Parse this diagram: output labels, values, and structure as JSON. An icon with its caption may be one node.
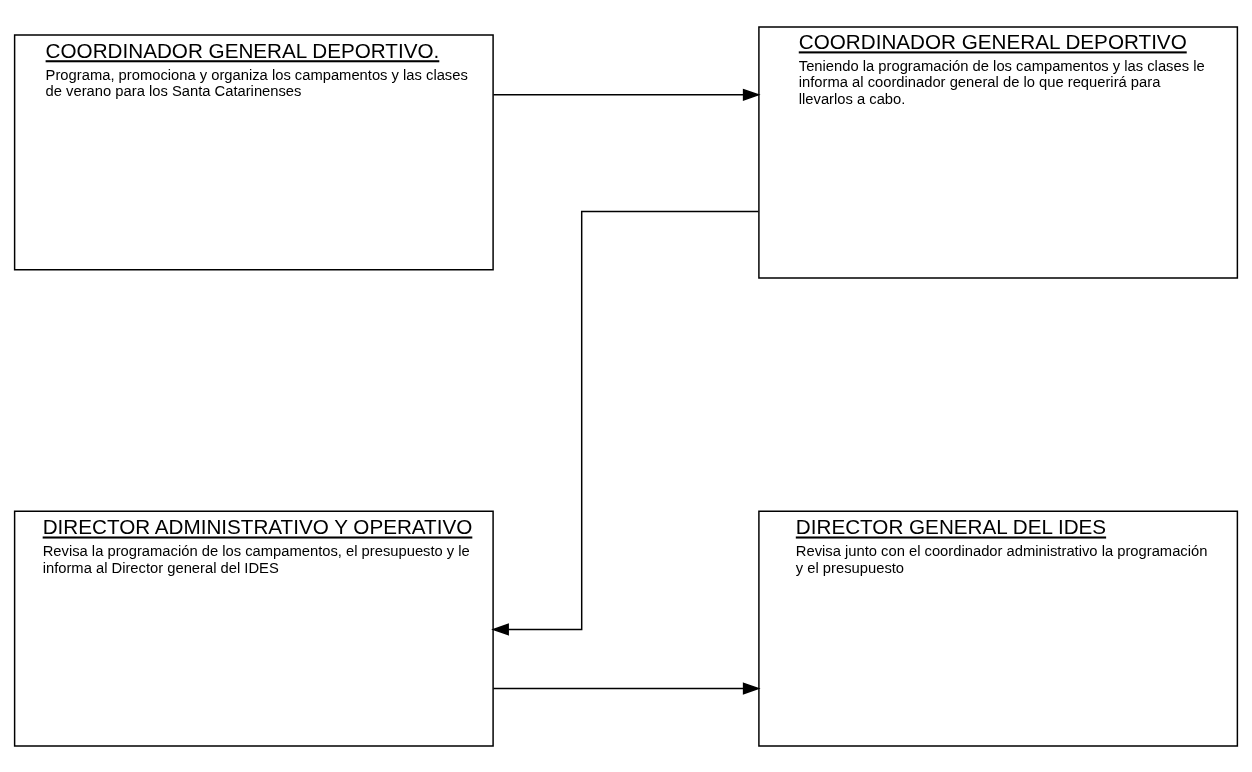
{
  "diagram": {
    "nodes": [
      {
        "text": [
          "COORDINADOR GENERAL DEPORTIVO.",
          "Programa, promociona y organiza los campamentos y las clases de verano para los Santa Catarinenses"
        ]
      },
      {
        "text": [
          "COORDINADOR GENERAL DEPORTIVO",
          "Teniendo la programación de los campamentos y las clases le informa al coordinador general de lo que requerirá para llevarlos a cabo."
        ]
      },
      {
        "text": [
          "DIRECTOR GENERAL DEL IDES",
          "Revisa junto con el coordinador administrativo la programación y el presupuesto"
        ]
      },
      {
        "text": [
          "DIRECTOR ADMINISTRATIVO Y OPERATIVO",
          "Revisa la programación de los campamentos, el presupuesto y le informa al Director general del IDES"
        ]
      }
    ],
    "edges": [
      {
        "from": 0,
        "to": 1,
        "arrow": "to"
      },
      {
        "from": 1,
        "to": 3,
        "arrow": "to"
      },
      {
        "from": 3,
        "to": 2,
        "arrow": "to"
      }
    ]
  }
}
